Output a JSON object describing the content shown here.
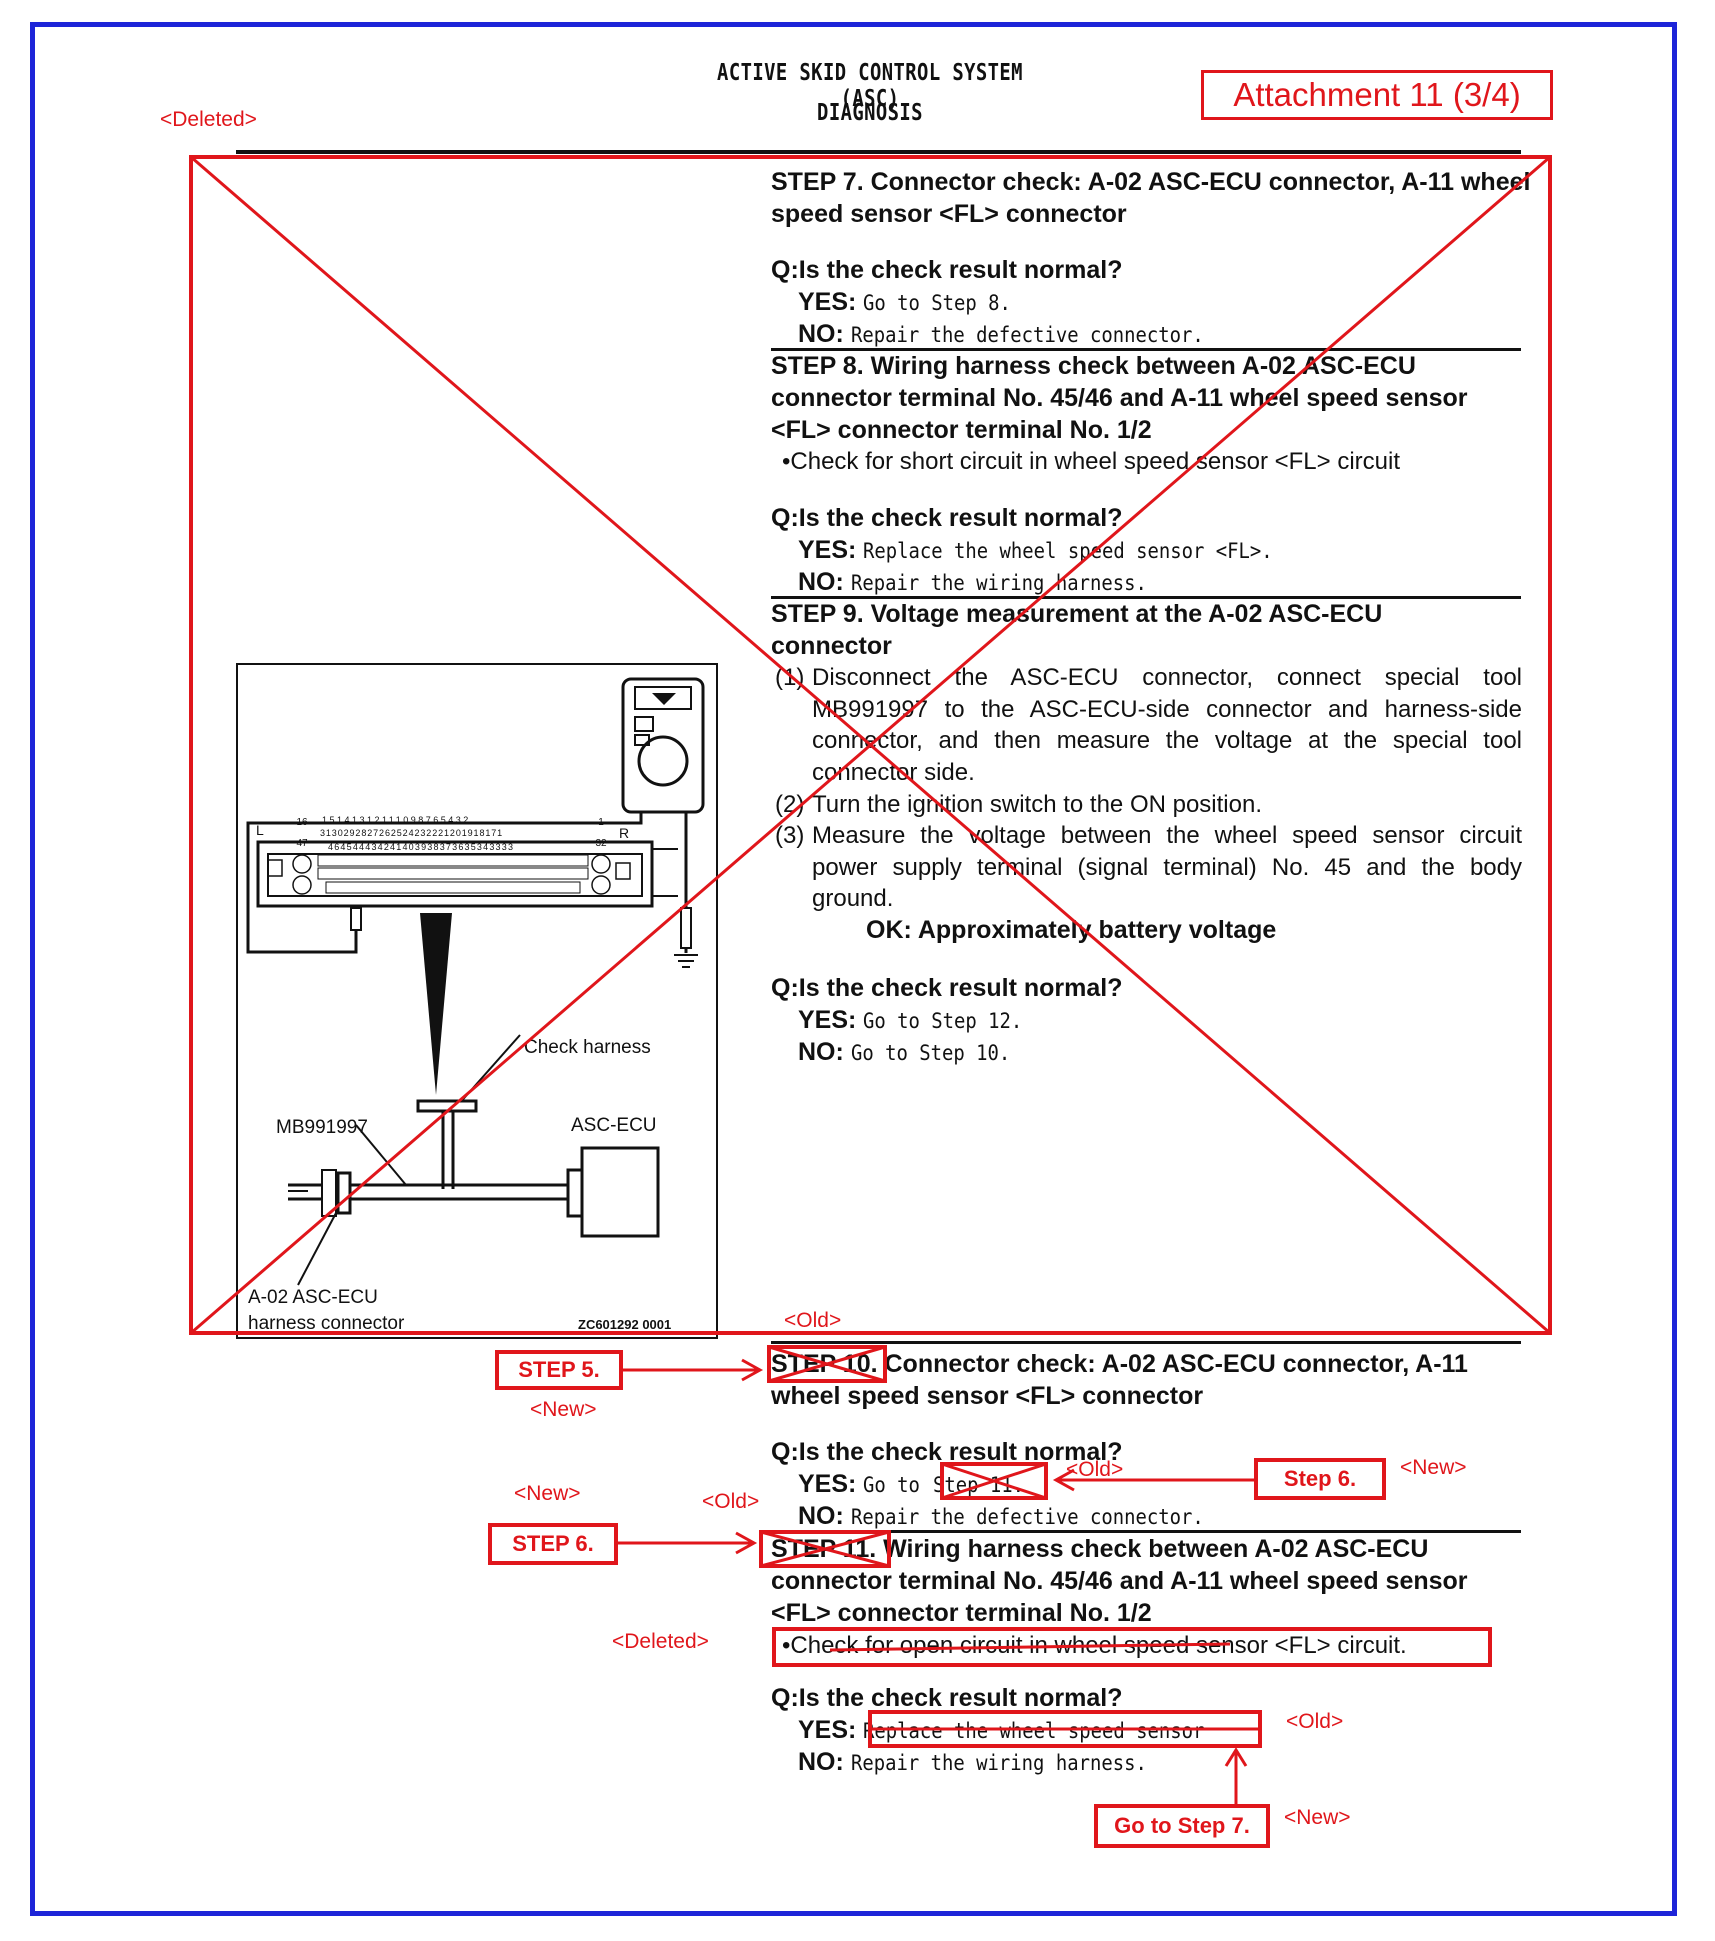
{
  "header": {
    "line1": "ACTIVE SKID CONTROL SYSTEM (ASC)",
    "line2": "DIAGNOSIS",
    "attachment": "Attachment 11 (3/4)",
    "deleted_tag": "<Deleted>"
  },
  "step7": {
    "title": "STEP 7. Connector check: A-02 ASC-ECU connector, A-11 wheel speed sensor <FL> connector",
    "question": "Q:Is the check result normal?",
    "yes_label": "YES:",
    "yes_text": "Go to Step 8.",
    "no_label": "NO:",
    "no_text": "Repair the defective connector."
  },
  "step8": {
    "title": "STEP 8. Wiring harness check between A-02 ASC-ECU connector terminal No. 45/46 and A-11 wheel speed sensor <FL> connector terminal No. 1/2",
    "bullet": "•Check for short circuit in wheel speed sensor <FL> circuit",
    "question": "Q:Is the check result normal?",
    "yes_label": "YES:",
    "yes_text": "Replace the wheel speed sensor <FL>.",
    "no_label": "NO:",
    "no_text": "Repair the wiring harness."
  },
  "step9": {
    "title": "STEP 9. Voltage measurement at the A-02 ASC-ECU connector",
    "item1_num": "(1)",
    "item1": "Disconnect the ASC-ECU connector, connect special tool MB991997 to the ASC-ECU-side connector and harness-side connector, and then measure the voltage at the special tool connector side.",
    "item2_num": "(2)",
    "item2": "Turn the ignition switch to the ON position.",
    "item3_num": "(3)",
    "item3": "Measure the voltage between the wheel speed sensor circuit power supply terminal (signal terminal) No. 45 and the body ground.",
    "ok": "OK: Approximately battery voltage",
    "question": "Q:Is the check result normal?",
    "yes_label": "YES:",
    "yes_text": "Go to Step 12.",
    "no_label": "NO:",
    "no_text": "Go to Step 10."
  },
  "figure": {
    "check_harness": "Check harness",
    "tool": "MB991997",
    "ecu": "ASC-ECU",
    "connector_line1": "A-02 ASC-ECU",
    "connector_line2": "harness connector",
    "code": "ZC601292 0001",
    "pin_top_left": "16",
    "pin_bottom_left": "47",
    "pin_top_right": "1",
    "pin_bottom_right": "32",
    "side_left": "L",
    "side_right": "R",
    "row1": "15141312111098765432",
    "row2": "3130292827262524232221201918171",
    "row3": "464544434241403938373635343333"
  },
  "step10": {
    "old_tag": "<Old>",
    "old_label": "STEP 10.",
    "new_label": "STEP 5.",
    "new_tag": "<New>",
    "title_rest": "Connector check: A-02 ASC-ECU connector, A-11 wheel speed sensor <FL> connector",
    "question": "Q:Is the check result normal?",
    "yes_label": "YES:",
    "yes_prefix": "Go to",
    "yes_old": "Step 11.",
    "yes_old_tag": "<Old>",
    "yes_new": "Step 6.",
    "yes_new_tag": "<New>",
    "no_label": "NO:",
    "no_text": "Repair the defective connector."
  },
  "step11": {
    "new_tag": "<New>",
    "old_tag": "<Old>",
    "new_label": "STEP 6.",
    "old_label": "STEP 11.",
    "title_rest": "Wiring harness check between A-02 ASC-ECU connector terminal No. 45/46 and A-11 wheel speed sensor <FL> connector terminal No. 1/2",
    "deleted_tag": "<Deleted>",
    "bullet": "•Check for open circuit in wheel speed sensor <FL> circuit.",
    "question": "Q:Is the check result normal?",
    "yes_label": "YES:",
    "yes_old": "Replace the wheel speed sensor",
    "yes_old_tag": "<Old>",
    "yes_new": "Go to Step 7.",
    "yes_new_tag": "<New>",
    "no_label": "NO:",
    "no_text": "Repair the wiring harness."
  },
  "colors": {
    "frame": "#1d24d8",
    "annotation": "#e0161b",
    "text": "#111111"
  }
}
